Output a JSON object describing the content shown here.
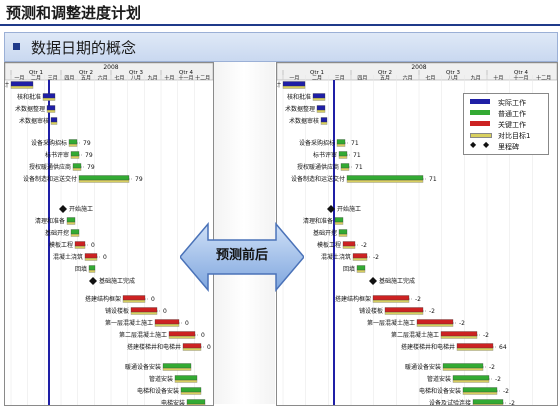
{
  "page": {
    "title": "预测和调整进度计划",
    "section_label": "数据日期的概念",
    "arrow_label": "预测前后"
  },
  "timeline": {
    "year": "2008",
    "quarters": [
      "Qtr 1",
      "Qtr 2",
      "Qtr 3",
      "Qtr 4"
    ],
    "months": [
      "一月",
      "二月",
      "三月",
      "四月",
      "五月",
      "六月",
      "七月",
      "八月",
      "九月",
      "十月",
      "十一月",
      "十二月"
    ]
  },
  "legend": {
    "items": [
      {
        "label": "实际工作",
        "color": "#1f1fa6"
      },
      {
        "label": "普通工作",
        "color": "#33aa33"
      },
      {
        "label": "关键工作",
        "color": "#cc2222"
      },
      {
        "label": "对比目标1",
        "color": "#d8d060"
      },
      {
        "label": "里程碑",
        "color": "#111111"
      }
    ]
  },
  "left_panel": {
    "tasks": [
      {
        "label": "计",
        "slack": ""
      },
      {
        "label": "核和批准",
        "slack": ""
      },
      {
        "label": "术数据整理",
        "slack": ""
      },
      {
        "label": "术数据审核",
        "slack": ""
      },
      {
        "label": "设备采购招标",
        "slack": "79"
      },
      {
        "label": "标书评审",
        "slack": "79"
      },
      {
        "label": "授权暖通供应商",
        "slack": "79"
      },
      {
        "label": "设备制造和运送交付",
        "slack": "79"
      },
      {
        "label": "开始施工",
        "slack": ""
      },
      {
        "label": "清理和准备",
        "slack": ""
      },
      {
        "label": "基础开挖",
        "slack": ""
      },
      {
        "label": "模板工程",
        "slack": "0"
      },
      {
        "label": "混凝土浇筑",
        "slack": "0"
      },
      {
        "label": "回填",
        "slack": ""
      },
      {
        "label": "基础施工完成",
        "slack": ""
      },
      {
        "label": "搭建结构框架",
        "slack": "0"
      },
      {
        "label": "铺设楼板",
        "slack": "0"
      },
      {
        "label": "第一层混凝土施工",
        "slack": "0"
      },
      {
        "label": "第二层混凝土施工",
        "slack": "0"
      },
      {
        "label": "搭建楼梯井和电梯井",
        "slack": "0"
      },
      {
        "label": "暖通设备安装",
        "slack": ""
      },
      {
        "label": "管道安装",
        "slack": ""
      },
      {
        "label": "电梯和设备安装",
        "slack": ""
      },
      {
        "label": "电梯安装",
        "slack": ""
      }
    ]
  },
  "right_panel": {
    "tasks": [
      {
        "label": "计",
        "slack": ""
      },
      {
        "label": "核和批准",
        "slack": ""
      },
      {
        "label": "术数据整理",
        "slack": ""
      },
      {
        "label": "术数据审核",
        "slack": ""
      },
      {
        "label": "设备采购招标",
        "slack": "71"
      },
      {
        "label": "标书评审",
        "slack": "71"
      },
      {
        "label": "授权暖通供应商",
        "slack": "71"
      },
      {
        "label": "设备制造和运送交付",
        "slack": "71"
      },
      {
        "label": "开始施工",
        "slack": ""
      },
      {
        "label": "清理和准备",
        "slack": ""
      },
      {
        "label": "基础开挖",
        "slack": ""
      },
      {
        "label": "模板工程",
        "slack": "-2"
      },
      {
        "label": "混凝土浇筑",
        "slack": "-2"
      },
      {
        "label": "回填",
        "slack": ""
      },
      {
        "label": "基础施工完成",
        "slack": ""
      },
      {
        "label": "搭建结构框架",
        "slack": "-2"
      },
      {
        "label": "铺设楼板",
        "slack": "-2"
      },
      {
        "label": "第一层混凝土施工",
        "slack": "-2"
      },
      {
        "label": "第二层混凝土施工",
        "slack": "-2"
      },
      {
        "label": "搭建楼梯井和电梯井",
        "slack": "64"
      },
      {
        "label": "暖通设备安装",
        "slack": "-2"
      },
      {
        "label": "管道安装",
        "slack": "-2"
      },
      {
        "label": "电梯和设备安装",
        "slack": "-2"
      },
      {
        "label": "设备及试验连接",
        "slack": "-2"
      }
    ]
  }
}
